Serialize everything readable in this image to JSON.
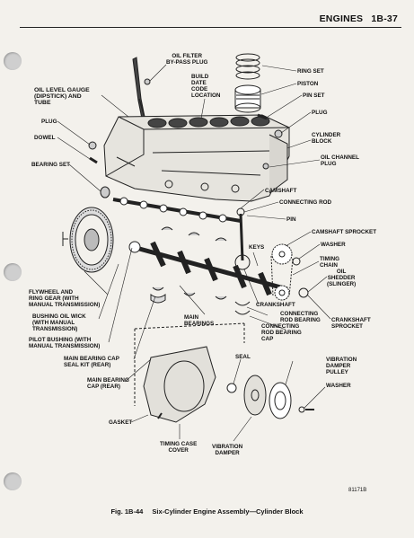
{
  "header": {
    "section": "ENGINES",
    "page": "1B-37"
  },
  "labels": {
    "oil_filter_bypass_plug": "OIL FILTER\nBY-PASS PLUG",
    "ring_set": "RING SET",
    "piston": "PISTON",
    "pin_set": "PIN SET",
    "plug_right": "PLUG",
    "cylinder_block": "CYLINDER\nBLOCK",
    "oil_channel_plug": "OIL CHANNEL\nPLUG",
    "oil_level_gauge": "OIL LEVEL GAUGE\n(DIPSTICK) AND\nTUBE",
    "build_date_code": "BUILD\nDATE\nCODE\nLOCATION",
    "plug_left": "PLUG",
    "dowel": "DOWEL",
    "bearing_set": "BEARING SET",
    "camshaft": "CAMSHAFT",
    "connecting_rod": "CONNECTING ROD",
    "pin": "PIN",
    "camshaft_sprocket": "CAMSHAFT SPROCKET",
    "washer_top": "WASHER",
    "timing_chain": "TIMING\nCHAIN",
    "keys": "KEYS",
    "oil_shedder": "OIL\nSHEDDER\n(SLINGER)",
    "flywheel": "FLYWHEEL AND\nRING GEAR (WITH\nMANUAL TRANSMISSION)",
    "bushing_oil_wick": "BUSHING OIL WICK\n(WITH MANUAL\nTRANSMISSION)",
    "pilot_bushing": "PILOT BUSHING (WITH\nMANUAL TRANSMISSION)",
    "main_bearings": "MAIN\nBEARINGS",
    "crankshaft": "CRANKSHAFT",
    "connecting_rod_bearing": "CONNECTING\nROD BEARING",
    "connecting_rod_bearing_cap": "CONNECTING\nROD BEARING\nCAP",
    "crankshaft_sprocket": "CRANKSHAFT\nSPROCKET",
    "main_bearing_cap_seal": "MAIN BEARING CAP\nSEAL KIT (REAR)",
    "main_bearing_cap": "MAIN BEARING\nCAP (REAR)",
    "seal": "SEAL",
    "vibration_damper_pulley": "VIBRATION\nDAMPER\nPULLEY",
    "washer_bottom": "WASHER",
    "gasket": "GASKET",
    "timing_case_cover": "TIMING CASE\nCOVER",
    "vibration_damper": "VIBRATION\nDAMPER"
  },
  "figure_code": "81171B",
  "caption": {
    "fig": "Fig. 1B-44",
    "title": "Six-Cylinder Engine Assembly—Cylinder Block"
  }
}
